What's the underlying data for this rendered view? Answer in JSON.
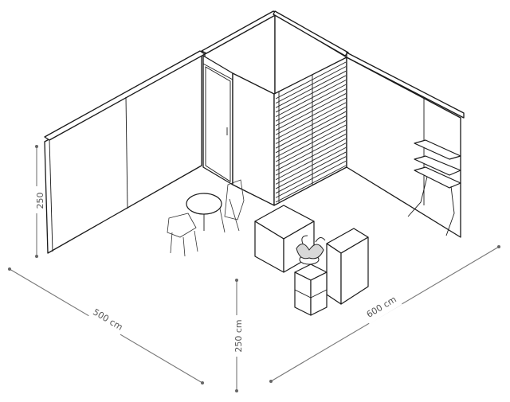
{
  "dimensions": {
    "left_height": "250",
    "width_left": "500 cm",
    "center_height": "250 cm",
    "width_right": "600 cm"
  }
}
